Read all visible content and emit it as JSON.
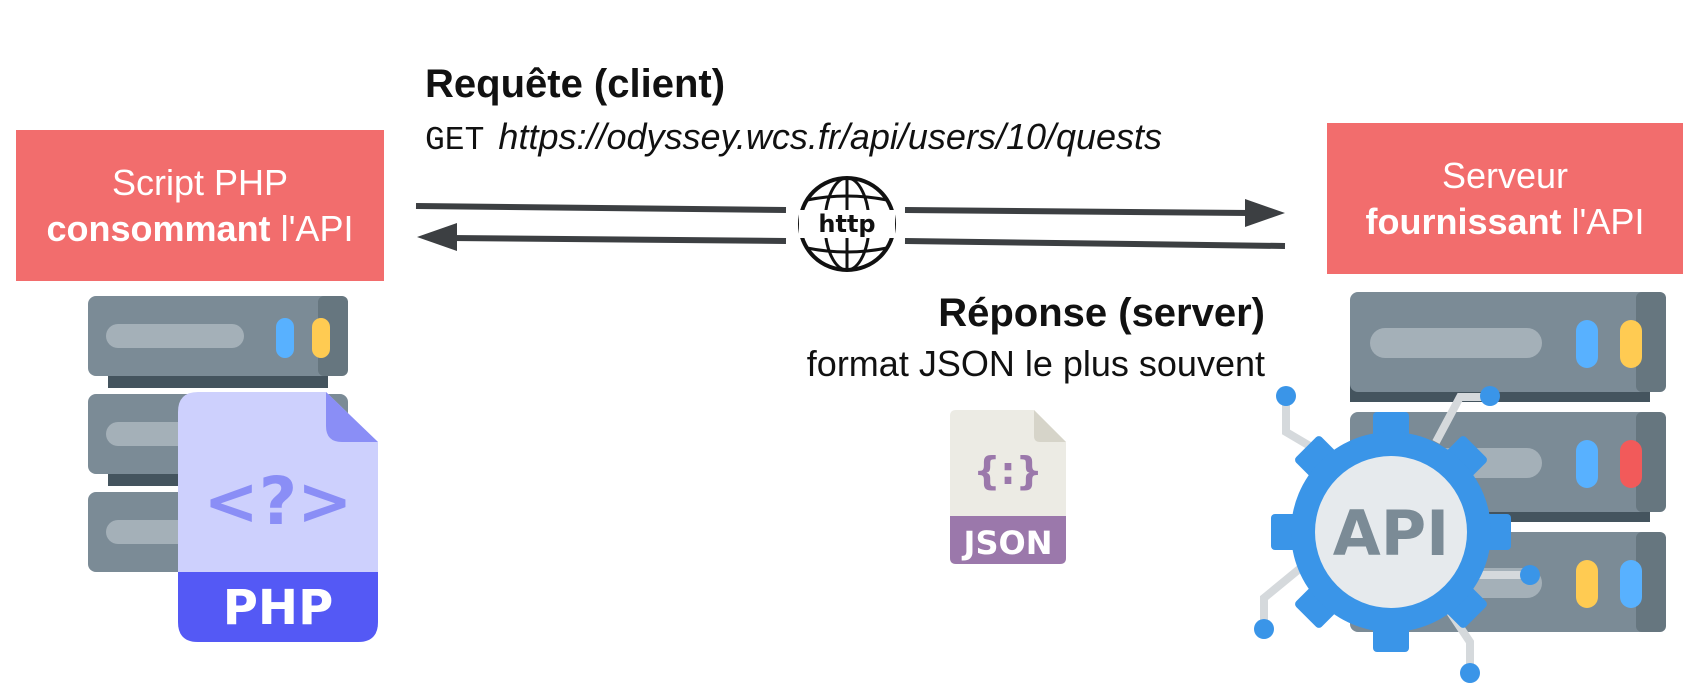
{
  "client": {
    "line1": "Script PHP",
    "line2_bold": "consommant",
    "line2_rest": " l'API"
  },
  "server": {
    "line1": "Serveur",
    "line2_bold": "fournissant",
    "line2_rest": " l'API"
  },
  "request": {
    "title": "Requête (client)",
    "method": "GET",
    "url": "https://odyssey.wcs.fr/api/users/10/quests"
  },
  "response": {
    "title": "Réponse (server)",
    "subtitle": "format JSON le plus souvent"
  },
  "icons": {
    "globe_text": "http",
    "php_file_text": "PHP",
    "json_file_text": "JSON",
    "api_gear_text": "API",
    "code_symbol": "<?>",
    "json_symbol": "{:}"
  },
  "colors": {
    "box_fill": "#f26d6d",
    "server_body": "#7b8b96",
    "php_blue": "#5459f5",
    "api_blue": "#3a95e8",
    "json_purple": "#9b78ab"
  }
}
